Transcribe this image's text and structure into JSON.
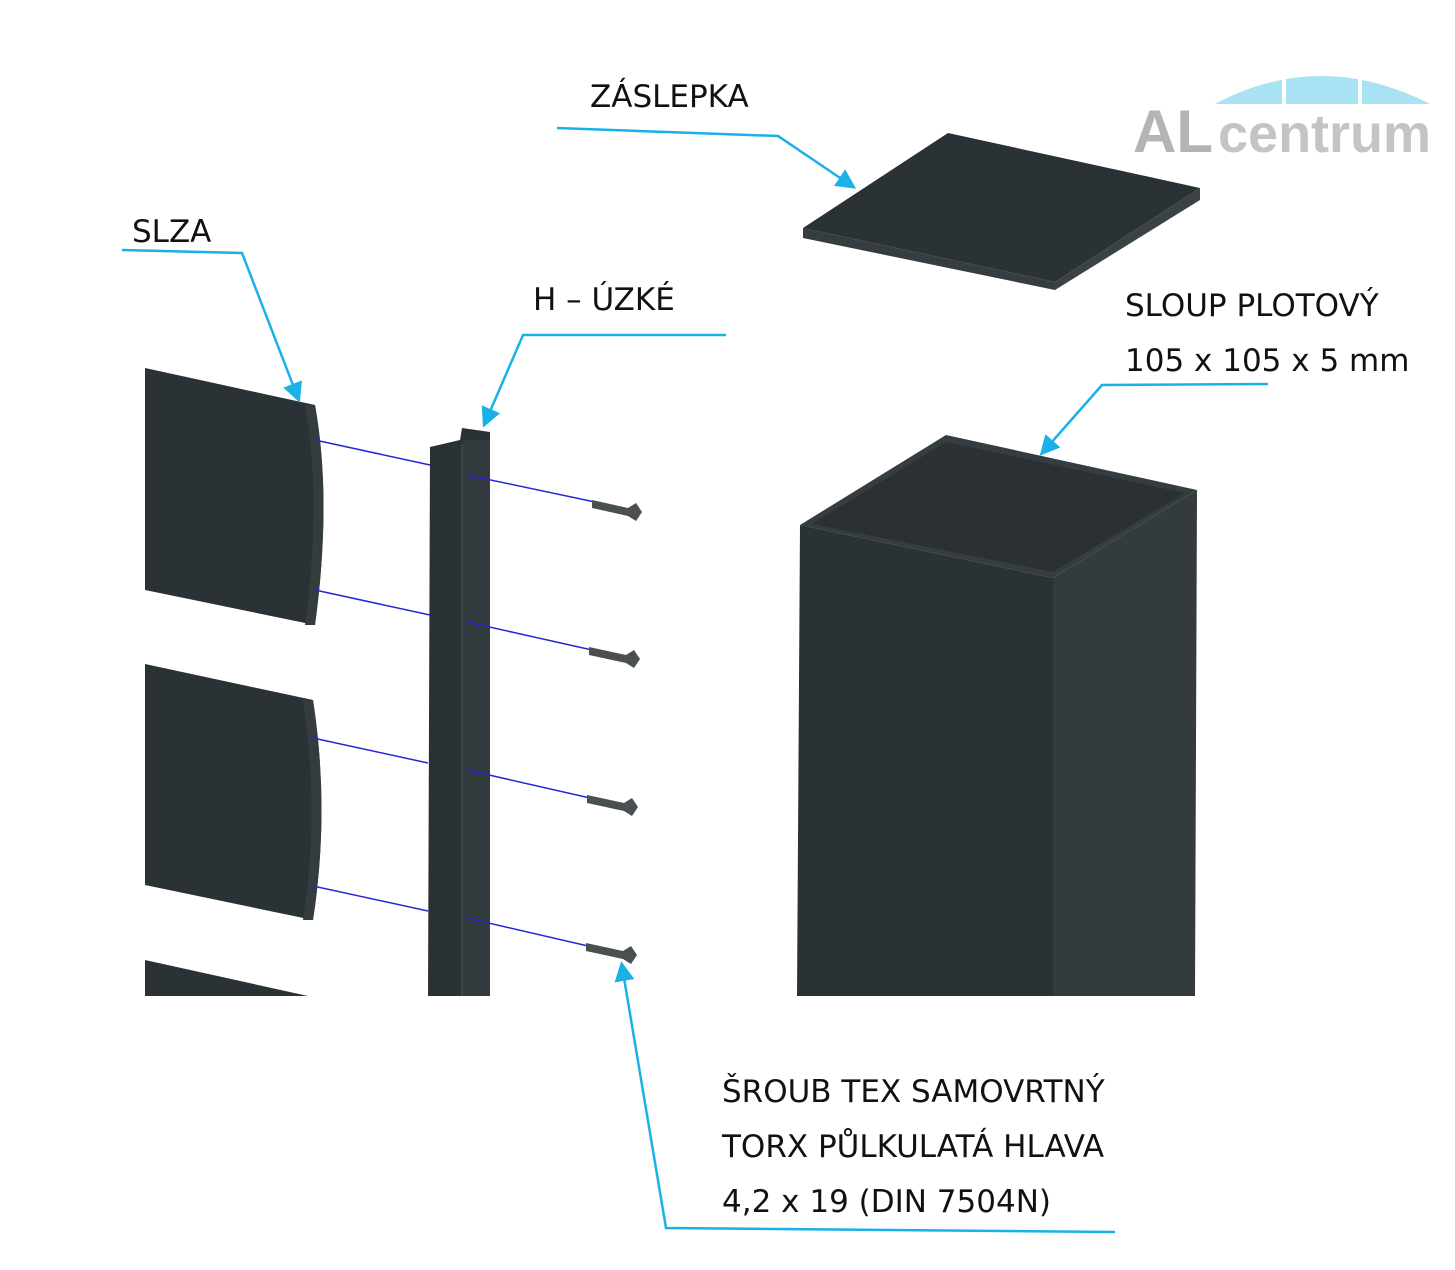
{
  "logo": {
    "text_bold": "AL",
    "text_light": "centrum"
  },
  "labels": {
    "cap": "ZÁSLEPKA",
    "slat": "SLZA",
    "h_profile": "H – ÚZKÉ",
    "post_line1": "SLOUP PLOTOVÝ",
    "post_line2": "105 x 105 x 5 mm",
    "screw_line1": "ŠROUB TEX SAMOVRTNÝ",
    "screw_line2": "TORX PŮLKULATÁ HLAVA",
    "screw_line3": "4,2 x 19 (DIN 7504N)"
  },
  "colors": {
    "callout": "#1ab0e8",
    "part": "#2b3235",
    "guide": "#2626d6",
    "logo_arc": "#a8e2f3"
  }
}
